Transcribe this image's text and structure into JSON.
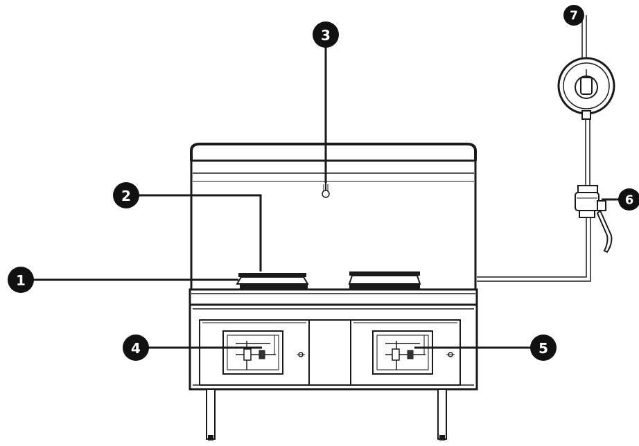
{
  "callouts": [
    {
      "id": "1",
      "label": "1"
    },
    {
      "id": "2",
      "label": "2"
    },
    {
      "id": "3",
      "label": "3"
    },
    {
      "id": "4",
      "label": "4"
    },
    {
      "id": "5",
      "label": "5"
    },
    {
      "id": "6",
      "label": "6"
    },
    {
      "id": "7",
      "label": "7"
    }
  ],
  "colors": {
    "callout_fill": "#111111",
    "line": "#1a1a1a",
    "background": "#ffffff"
  }
}
